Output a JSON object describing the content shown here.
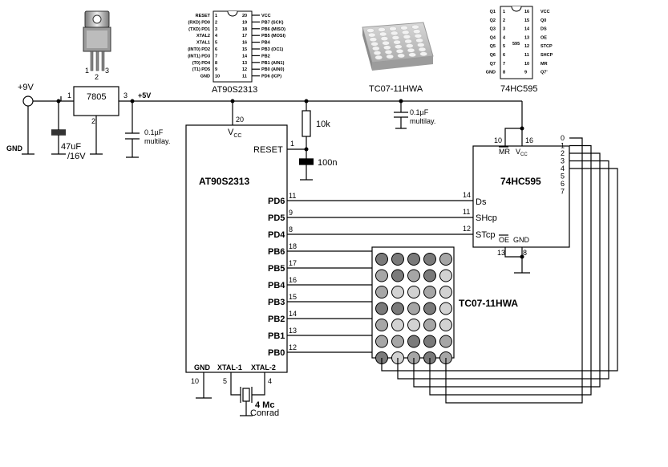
{
  "power": {
    "vin": "+9V",
    "v5": "+5V",
    "gnd": "GND"
  },
  "regulator": {
    "name": "7805",
    "pin_in": "1",
    "pin_gnd": "2",
    "pin_out": "3",
    "pkg_pins": [
      "1",
      "2",
      "3"
    ]
  },
  "capacitors": {
    "c_elec_value": "47uF",
    "c_elec_voltage": "/16V",
    "c1_value": "0.1µF",
    "c1_type": "multilay.",
    "c2_value": "0.1µF",
    "c2_type": "multilay.",
    "c_reset": "100n"
  },
  "resistor": {
    "value": "10k"
  },
  "mcu": {
    "name": "AT90S2313",
    "vcc": "V",
    "vcc_sub": "CC",
    "vcc_pin": "20",
    "reset": "RESET",
    "reset_pin": "1",
    "gnd": "GND",
    "gnd_pin": "10",
    "xtal1": "XTAL-1",
    "xtal1_pin": "5",
    "xtal2": "XTAL-2",
    "xtal2_pin": "4",
    "pins": [
      {
        "label": "PD6",
        "num": "11"
      },
      {
        "label": "PD5",
        "num": "9"
      },
      {
        "label": "PD4",
        "num": "8"
      },
      {
        "label": "PB6",
        "num": "18"
      },
      {
        "label": "PB5",
        "num": "17"
      },
      {
        "label": "PB4",
        "num": "16"
      },
      {
        "label": "PB3",
        "num": "15"
      },
      {
        "label": "PB2",
        "num": "14"
      },
      {
        "label": "PB1",
        "num": "13"
      },
      {
        "label": "PB0",
        "num": "12"
      }
    ]
  },
  "crystal": {
    "value": "4 Mc",
    "maker": "Conrad"
  },
  "shift": {
    "name": "74HC595",
    "mr": "MR",
    "mr_pin": "10",
    "vcc": "V",
    "vcc_sub": "CC",
    "vcc_pin": "16",
    "ds": "Ds",
    "ds_pin": "14",
    "shcp": "SHcp",
    "shcp_pin": "11",
    "stcp": "STcp",
    "stcp_pin": "12",
    "oe": "OE",
    "oe_pin": "13",
    "gnd": "GND",
    "gnd_pin": "8",
    "outputs": [
      "0",
      "1",
      "2",
      "3",
      "4",
      "5",
      "6",
      "7"
    ]
  },
  "matrix": {
    "name": "TC07-11HWA",
    "colors": {
      "dark": "#7a7a7a",
      "mid": "#a6a6a6",
      "light": "#d2d2d2"
    },
    "leds": [
      [
        "dark",
        "dark",
        "dark",
        "dark",
        "mid"
      ],
      [
        "mid",
        "dark",
        "mid",
        "dark",
        "light"
      ],
      [
        "mid",
        "light",
        "light",
        "mid",
        "light"
      ],
      [
        "dark",
        "dark",
        "mid",
        "dark",
        "light"
      ],
      [
        "mid",
        "light",
        "light",
        "mid",
        "light"
      ],
      [
        "mid",
        "mid",
        "dark",
        "dark",
        "mid"
      ],
      [
        "dark",
        "light",
        "mid",
        "dark",
        "mid"
      ]
    ]
  },
  "pinout_2313": {
    "title": "AT90S2313",
    "left": [
      "RESET",
      "(RXD) PD0",
      "(TXD) PD1",
      "XTAL2",
      "XTAL1",
      "(INT0) PD2",
      "(INT1) PD3",
      "(T0) PD4",
      "(T1) PD5",
      "GND"
    ],
    "right": [
      "VCC",
      "PB7 (SCK)",
      "PB6 (MISO)",
      "PB5 (MOSI)",
      "PB4",
      "PB3 (OC1)",
      "PB2",
      "PB1 (AIN1)",
      "PB0 (AIN0)",
      "PD6 (ICP)"
    ],
    "left_nums": [
      "1",
      "2",
      "3",
      "4",
      "5",
      "6",
      "7",
      "8",
      "9",
      "10"
    ],
    "right_nums": [
      "20",
      "19",
      "18",
      "17",
      "16",
      "15",
      "14",
      "13",
      "12",
      "11"
    ]
  },
  "pinout_595": {
    "title": "74HC595",
    "chip": "595",
    "left": [
      "Q1",
      "Q2",
      "Q3",
      "Q4",
      "Q5",
      "Q6",
      "Q7",
      "GND"
    ],
    "right": [
      "VCC",
      "Q0",
      "DS",
      "OE",
      "STCP",
      "SHCP",
      "MR",
      "Q7'"
    ],
    "left_nums": [
      "1",
      "2",
      "3",
      "4",
      "5",
      "6",
      "7",
      "8"
    ],
    "right_nums": [
      "16",
      "15",
      "14",
      "13",
      "12",
      "11",
      "10",
      "9"
    ]
  },
  "led_photo": {
    "caption": "TC07-11HWA"
  }
}
